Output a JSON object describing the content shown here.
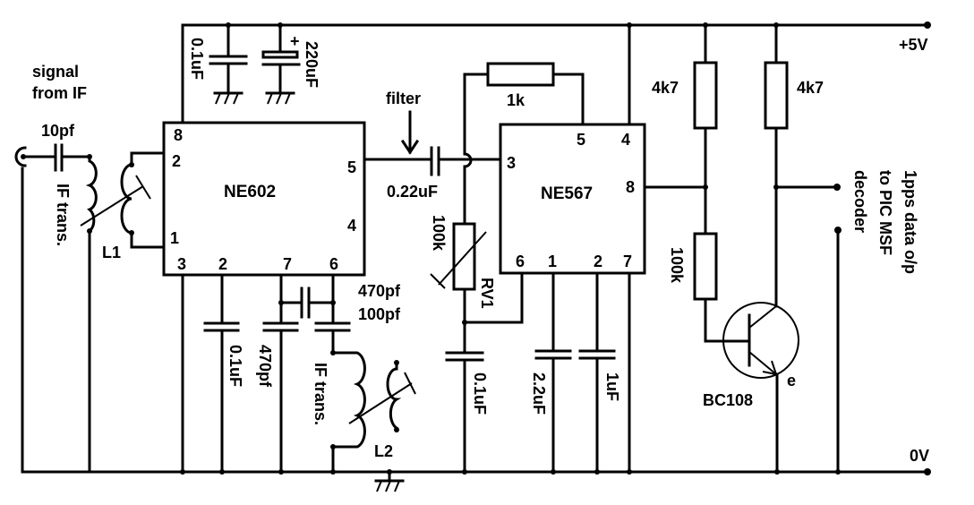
{
  "title_labels": {
    "signal_line1": "signal",
    "signal_line2": "from IF",
    "filter": "filter",
    "plus5v": "+5V",
    "zero_v": "0V",
    "output_line1": "1pps data o/p",
    "output_line2": "to PIC MSF",
    "output_line3": "decoder"
  },
  "ics": {
    "ne602": {
      "name": "NE602",
      "pins": [
        "8",
        "2",
        "1",
        "3",
        "2",
        "7",
        "6",
        "5",
        "4"
      ]
    },
    "ne567": {
      "name": "NE567",
      "pins": [
        "5",
        "4",
        "3",
        "8",
        "6",
        "1",
        "2",
        "7"
      ]
    }
  },
  "components": {
    "c_in": "10pf",
    "c_dec1": "0.1uF",
    "c_dec2": "220uF",
    "c_polarity": "+",
    "c_filter": "0.22uF",
    "c_ne602_pin2": "0.1uF",
    "c_ne602_pin7": "470pf",
    "c_osc_a": "470pf",
    "c_osc_b": "100pf",
    "c_rv1": "0.1uF",
    "c_pin1": "2.2uF",
    "c_pin2": "1uF",
    "r_1k": "1k",
    "rv1_value": "100k",
    "rv1_name": "RV1",
    "r_4k7_a": "4k7",
    "r_4k7_b": "4k7",
    "r_100k": "100k",
    "transistor": "BC108",
    "emitter": "e",
    "l1_desc": "IF trans.",
    "l1_name": "L1",
    "l2_desc": "IF trans.",
    "l2_name": "L2"
  }
}
